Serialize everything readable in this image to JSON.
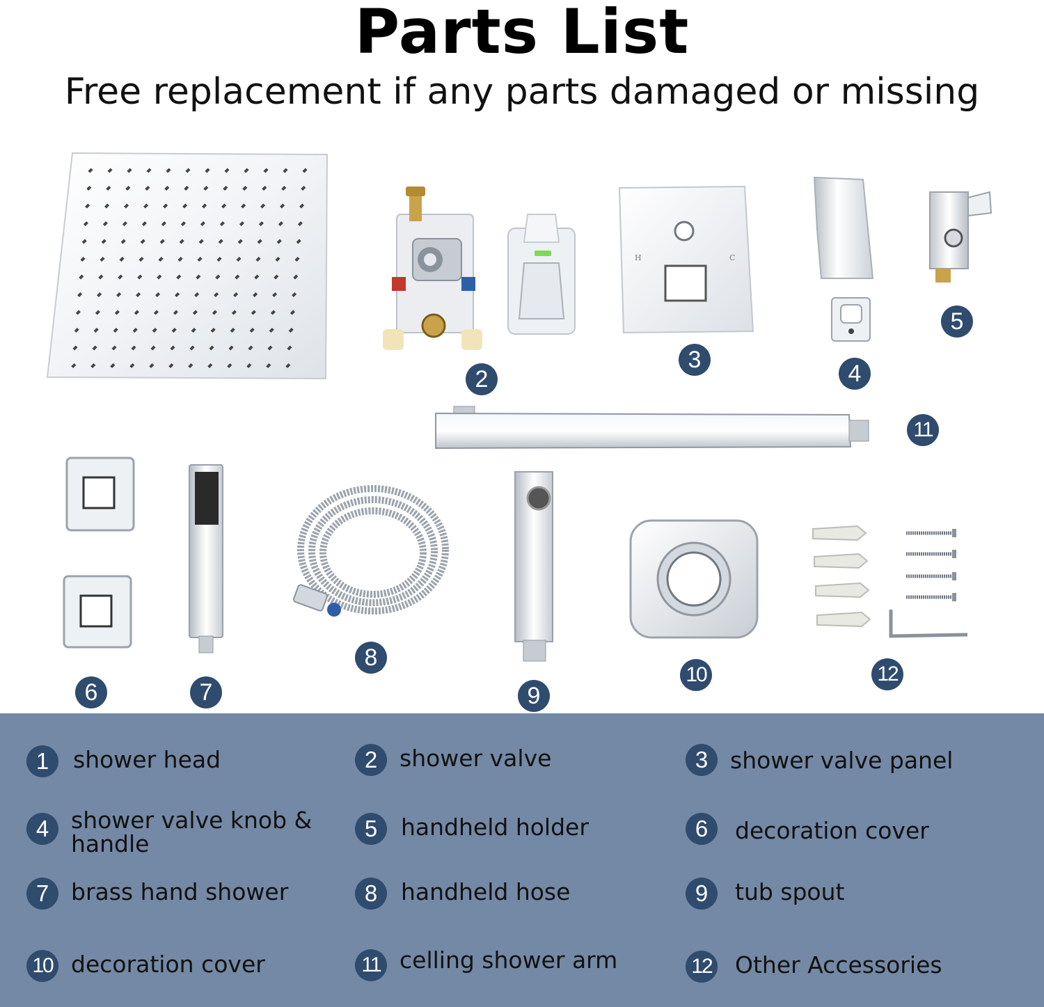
{
  "header": {
    "title": "Parts List",
    "subtitle": "Free replacement if any parts damaged or missing"
  },
  "colors": {
    "badge": "#2f4b6e",
    "panel": "#7489a5",
    "chrome": "#d9dde3"
  },
  "parts": [
    {
      "num": "1",
      "label": "shower head",
      "icon": "square-rain-shower-head"
    },
    {
      "num": "2",
      "label": "shower valve",
      "icon": "rough-in-valve-body"
    },
    {
      "num": "3",
      "label": "shower valve panel",
      "icon": "valve-trim-plate"
    },
    {
      "num": "4",
      "label": "shower valve knob & handle",
      "icon": "lever-handle"
    },
    {
      "num": "5",
      "label": "handheld holder",
      "icon": "handheld-bracket"
    },
    {
      "num": "6",
      "label": "decoration cover",
      "icon": "square-escutcheon"
    },
    {
      "num": "7",
      "label": "brass hand shower",
      "icon": "handheld-shower"
    },
    {
      "num": "8",
      "label": "handheld hose",
      "icon": "coiled-hose"
    },
    {
      "num": "9",
      "label": "tub spout",
      "icon": "tub-spout"
    },
    {
      "num": "10",
      "label": "decoration cover",
      "icon": "round-flange"
    },
    {
      "num": "11",
      "label": "celling shower arm",
      "icon": "shower-arm"
    },
    {
      "num": "12",
      "label": "Other Accessories",
      "icon": "anchors-screws-key"
    }
  ]
}
